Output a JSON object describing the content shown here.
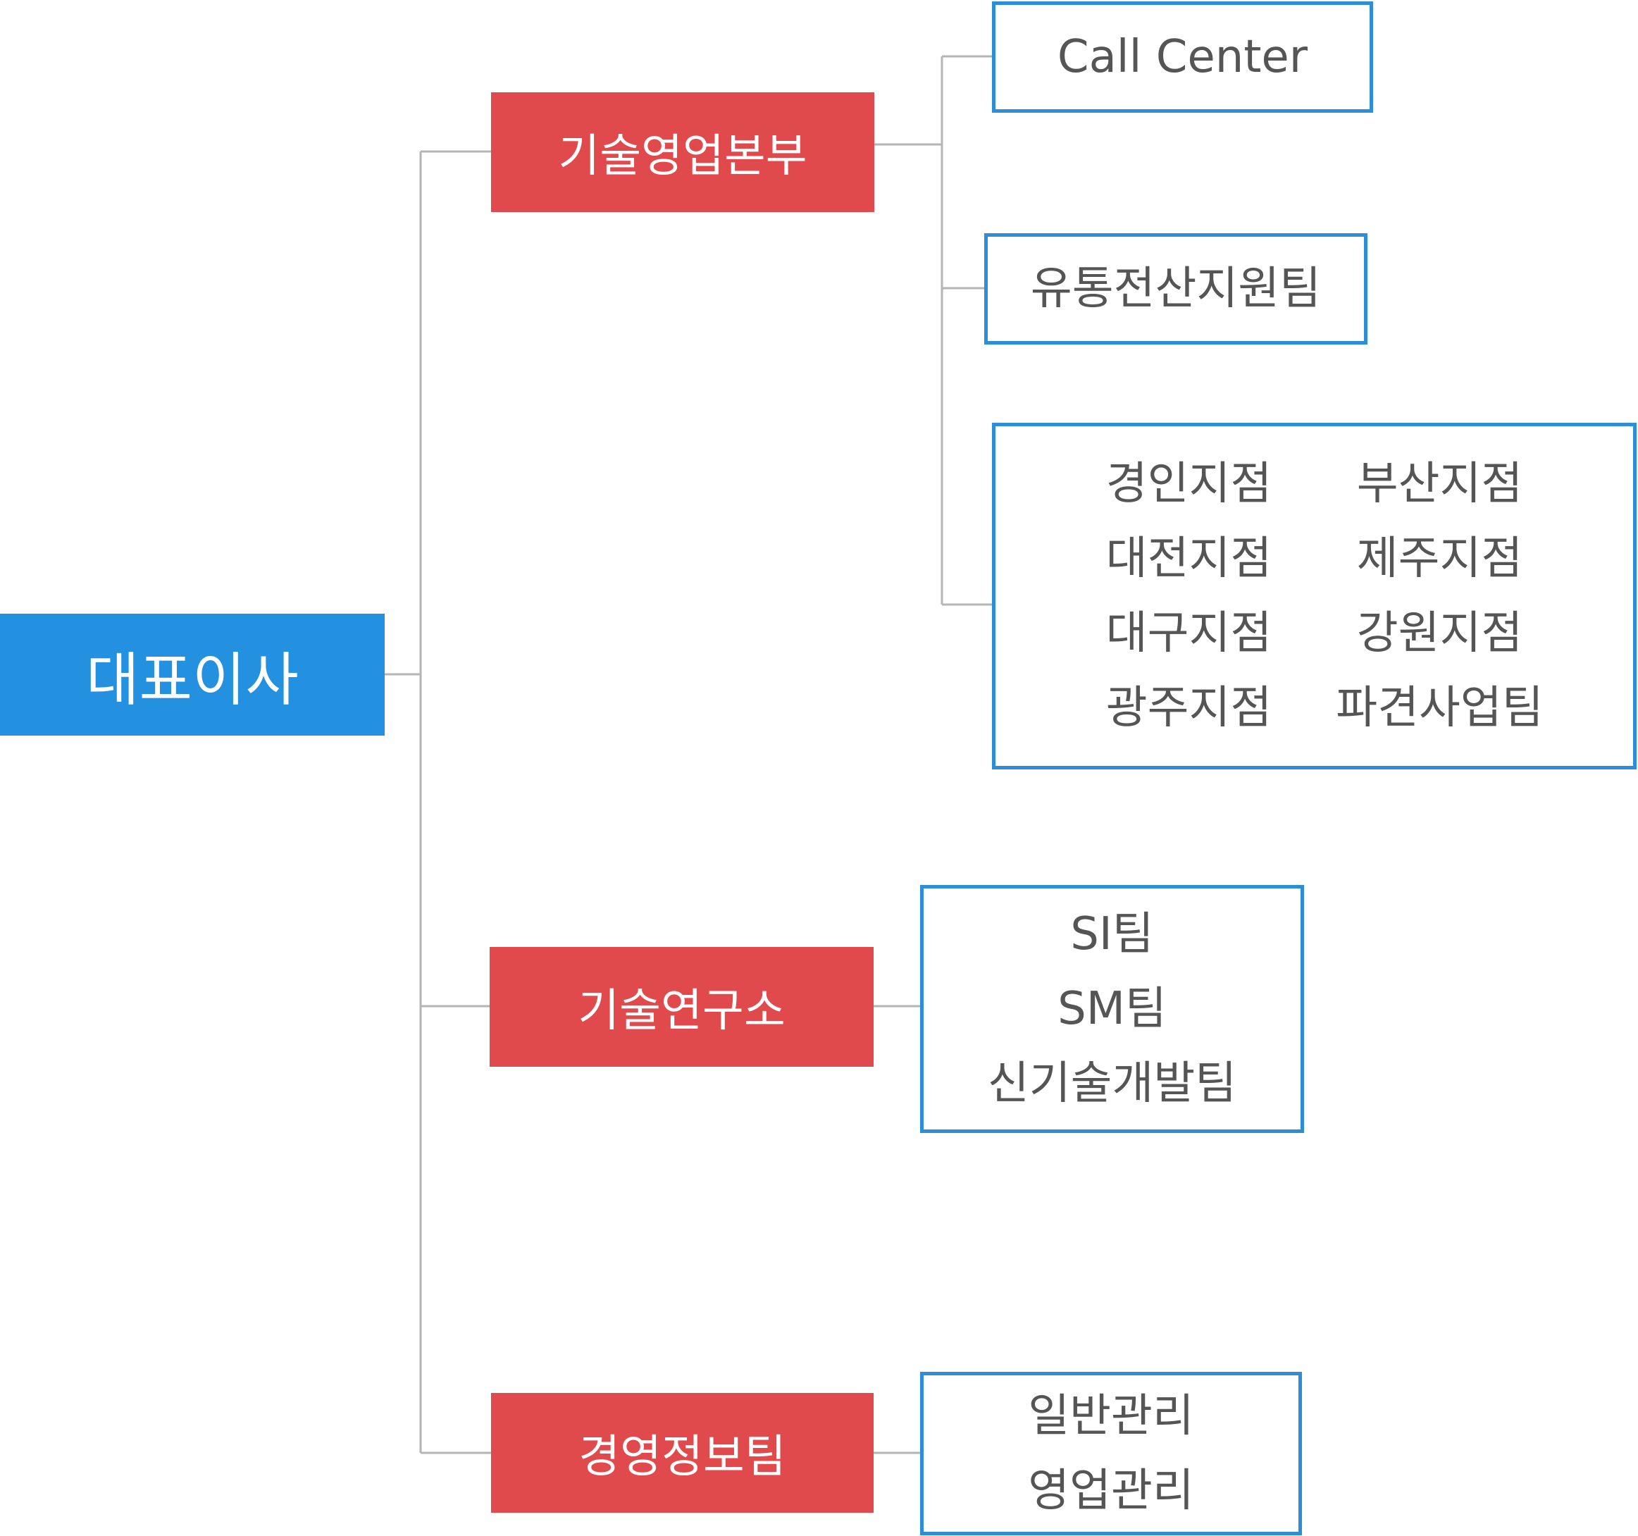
{
  "ceo": {
    "label": "대표이사"
  },
  "divisions": [
    {
      "label": "기술영업본부"
    },
    {
      "label": "기술연구소"
    },
    {
      "label": "경영정보팀"
    }
  ],
  "teams": {
    "call_center": "Call Center",
    "distribution_it_support": "유통전산지원팀",
    "branches": [
      "경인지점",
      "부산지점",
      "대전지점",
      "제주지점",
      "대구지점",
      "강원지점",
      "광주지점",
      "파견사업팀"
    ],
    "lab_teams": [
      "SI팀",
      "SM팀",
      "신기술개발팀"
    ],
    "mgmt_teams": [
      "일반관리",
      "영업관리"
    ]
  },
  "colors": {
    "ceo": "#2490e0",
    "division": "#e14a4c",
    "team_border": "#2e8dd9",
    "team_text": "#555555",
    "connector": "#b5b5b5"
  }
}
